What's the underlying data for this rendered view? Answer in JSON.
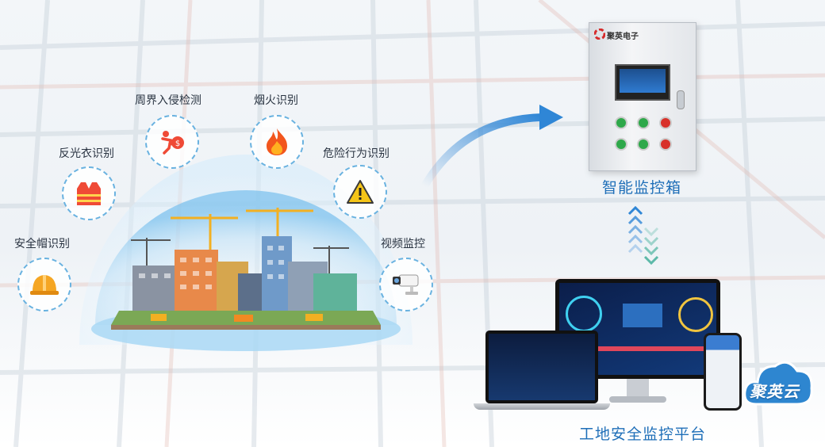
{
  "features": [
    {
      "label": "安全帽识别",
      "icon": "hard-hat-icon"
    },
    {
      "label": "反光衣识别",
      "icon": "reflective-vest-icon"
    },
    {
      "label": "周界入侵检测",
      "icon": "intrusion-runner-icon"
    },
    {
      "label": "烟火识别",
      "icon": "fire-icon"
    },
    {
      "label": "危险行为识别",
      "icon": "warning-triangle-icon"
    },
    {
      "label": "视频监控",
      "icon": "security-camera-icon"
    }
  ],
  "monitor_box": {
    "title": "智能监控箱",
    "brand": "聚英电子"
  },
  "platform": {
    "title": "工地安全监控平台",
    "cloud_label": "聚英云"
  },
  "colors": {
    "accent": "#1f6fb8",
    "dashed_ring": "#69b2e0",
    "arrow": "#2f86d6"
  }
}
